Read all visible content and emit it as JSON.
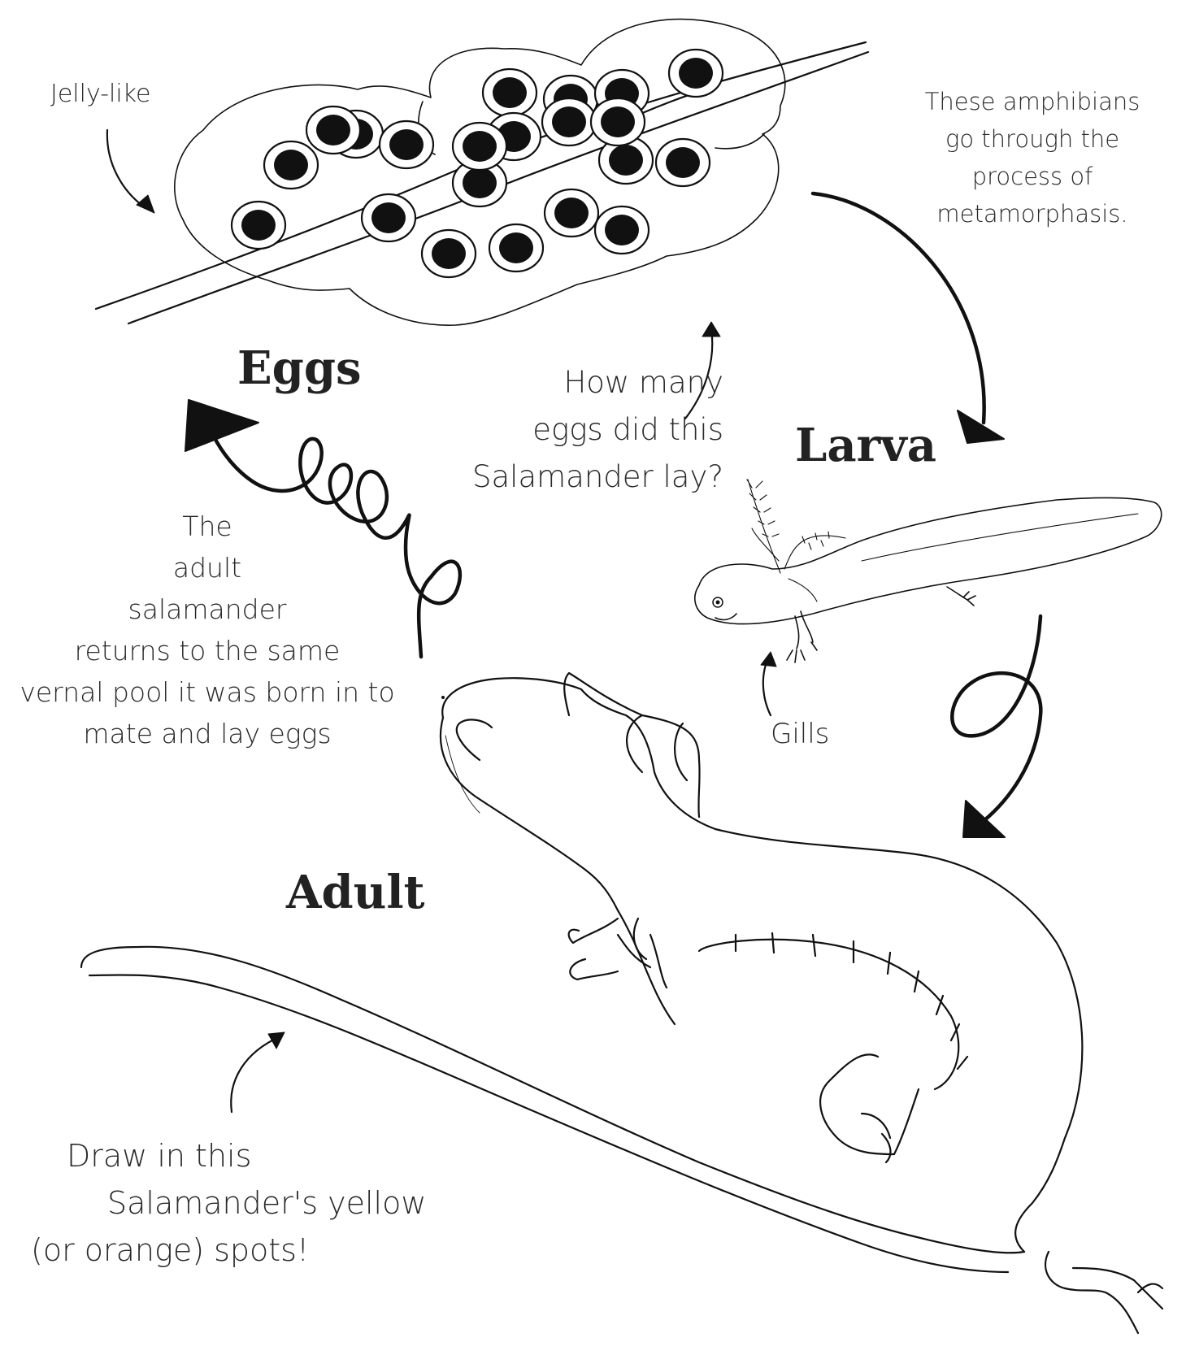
{
  "stages": {
    "eggs": "Eggs",
    "larva": "Larva",
    "adult": "Adult"
  },
  "annotations": {
    "jelly": "Jelly-like",
    "amphibians": [
      "These amphibians",
      "go through the",
      "process of",
      "metamorphasis."
    ],
    "egg_question": [
      "How many",
      "eggs did this",
      "Salamander lay?"
    ],
    "gills": "Gills",
    "return": [
      "The",
      "adult",
      "salamander",
      "returns to the same",
      "vernal pool it was born in to",
      "mate and lay eggs"
    ],
    "draw_spots": [
      "Draw in this",
      "Salamander's yellow",
      "(or orange) spots!"
    ]
  },
  "egg_count_drawn": 21,
  "colors": {
    "ink": "#111111",
    "background": "#ffffff"
  }
}
